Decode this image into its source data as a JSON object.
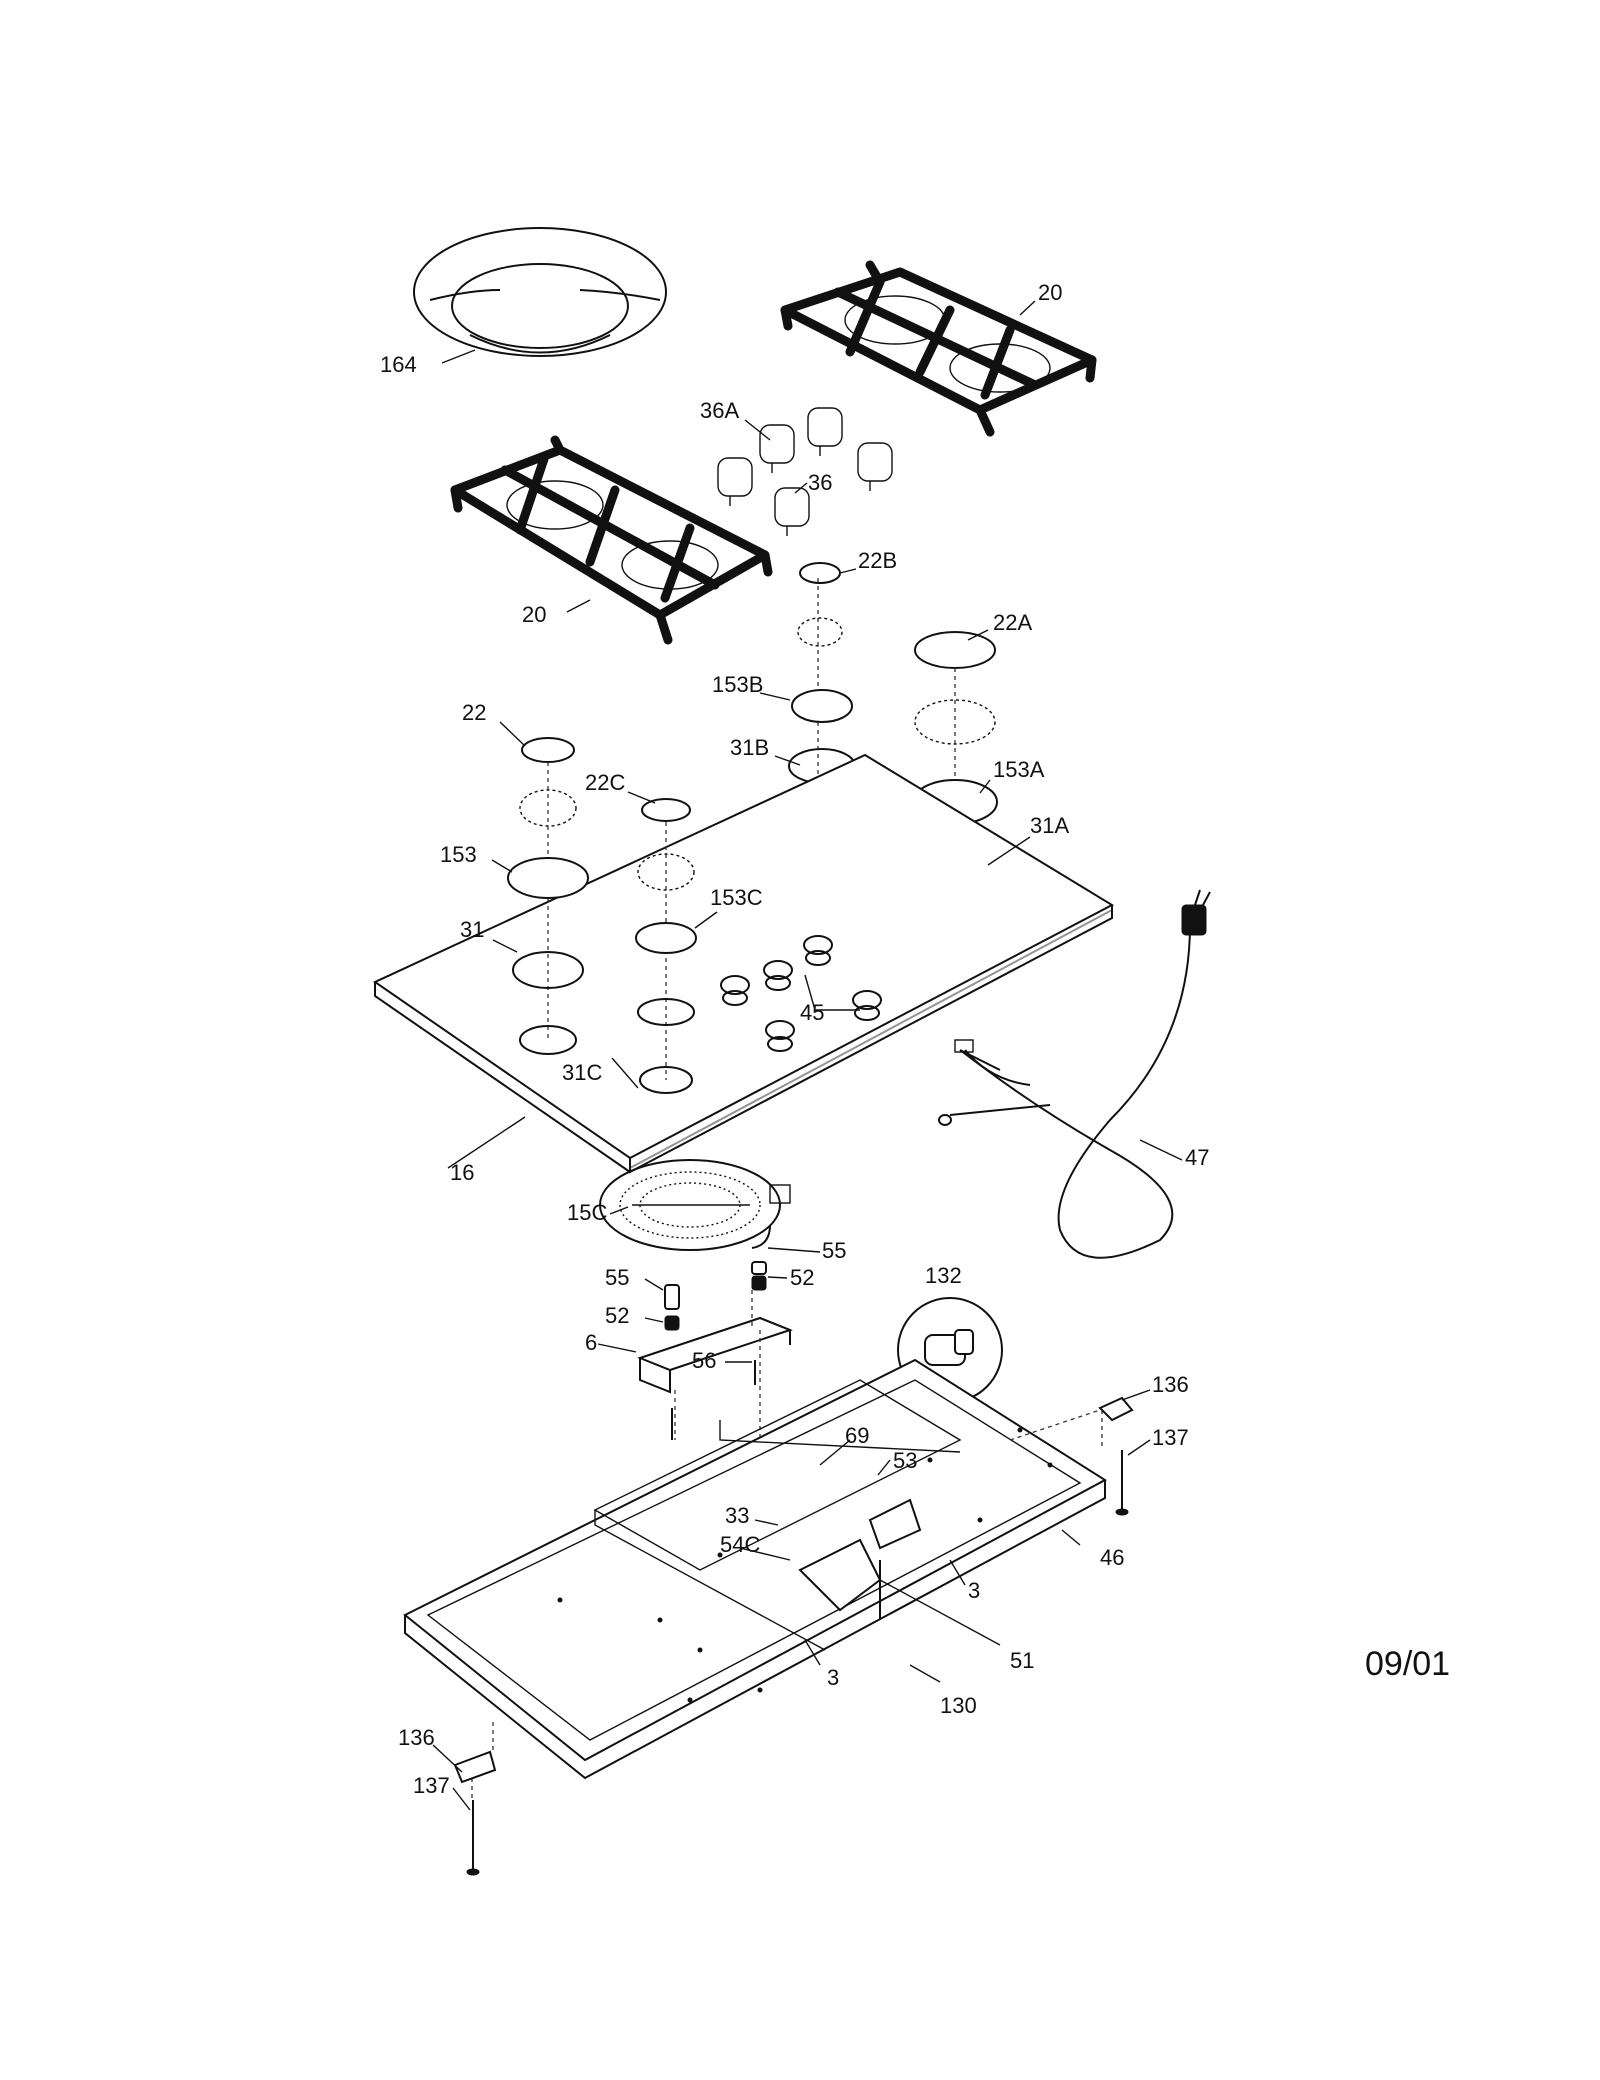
{
  "diagram": {
    "date_code": "09/01",
    "labels": {
      "l164": "164",
      "l20a": "20",
      "l20b": "20",
      "l36a": "36A",
      "l36": "36",
      "l22b": "22B",
      "l22a": "22A",
      "l153b": "153B",
      "l31b": "31B",
      "l153a": "153A",
      "l31a": "31A",
      "l22": "22",
      "l22c": "22C",
      "l153": "153",
      "l153c": "153C",
      "l31": "31",
      "l45": "45",
      "l31c": "31C",
      "l16": "16",
      "l47": "47",
      "l15c": "15C",
      "l55a": "55",
      "l55b": "55",
      "l52a": "52",
      "l52b": "52",
      "l132": "132",
      "l6": "6",
      "l56": "56",
      "l136a": "136",
      "l137a": "137",
      "l69": "69",
      "l53": "53",
      "l33": "33",
      "l54c": "54C",
      "l46": "46",
      "l3a": "3",
      "l3b": "3",
      "l51": "51",
      "l130": "130",
      "l136b": "136",
      "l137b": "137"
    }
  }
}
